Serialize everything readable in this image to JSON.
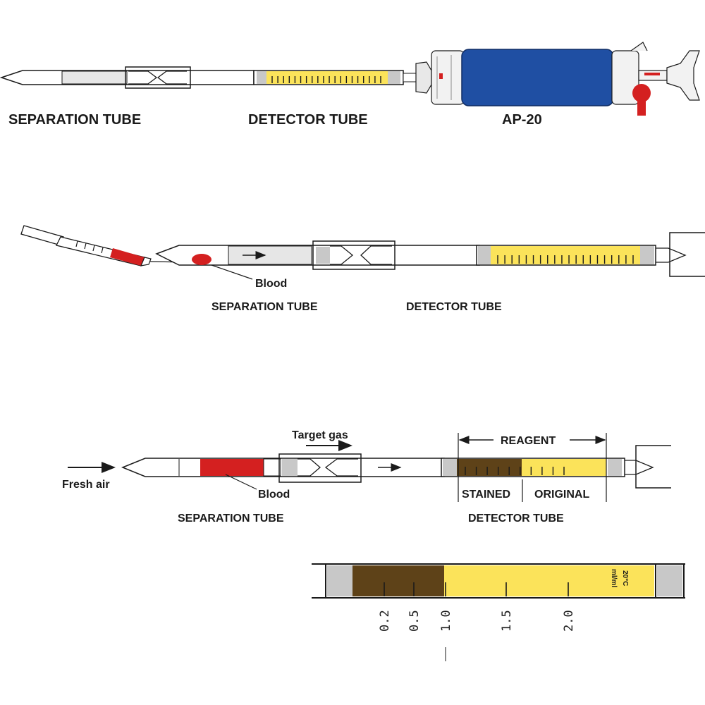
{
  "panel1": {
    "separation_tube_label": "SEPARATION TUBE",
    "detector_tube_label": "DETECTOR TUBE",
    "pump_label": "AP-20"
  },
  "panel2": {
    "blood_label": "Blood",
    "separation_tube_label": "SEPARATION TUBE",
    "detector_tube_label": "DETECTOR TUBE"
  },
  "panel3": {
    "target_gas_label": "Target gas",
    "fresh_air_label": "Fresh air",
    "blood_label": "Blood",
    "reagent_label": "REAGENT",
    "stained_label": "STAINED",
    "original_label": "ORIGINAL",
    "separation_tube_label": "SEPARATION TUBE",
    "detector_tube_label": "DETECTOR TUBE"
  },
  "scale": {
    "ticks": [
      "0.2",
      "0.5",
      "1.0",
      "1.5",
      "2.0"
    ],
    "unit_line1": "ml/ml",
    "unit_line2": "20°C"
  },
  "colors": {
    "yellow_reagent": "#fbe35a",
    "stained_brown": "#5e4218",
    "blood_red": "#d42020",
    "pump_blue": "#1f4fa3",
    "plug_gray": "#c8c8c8"
  }
}
